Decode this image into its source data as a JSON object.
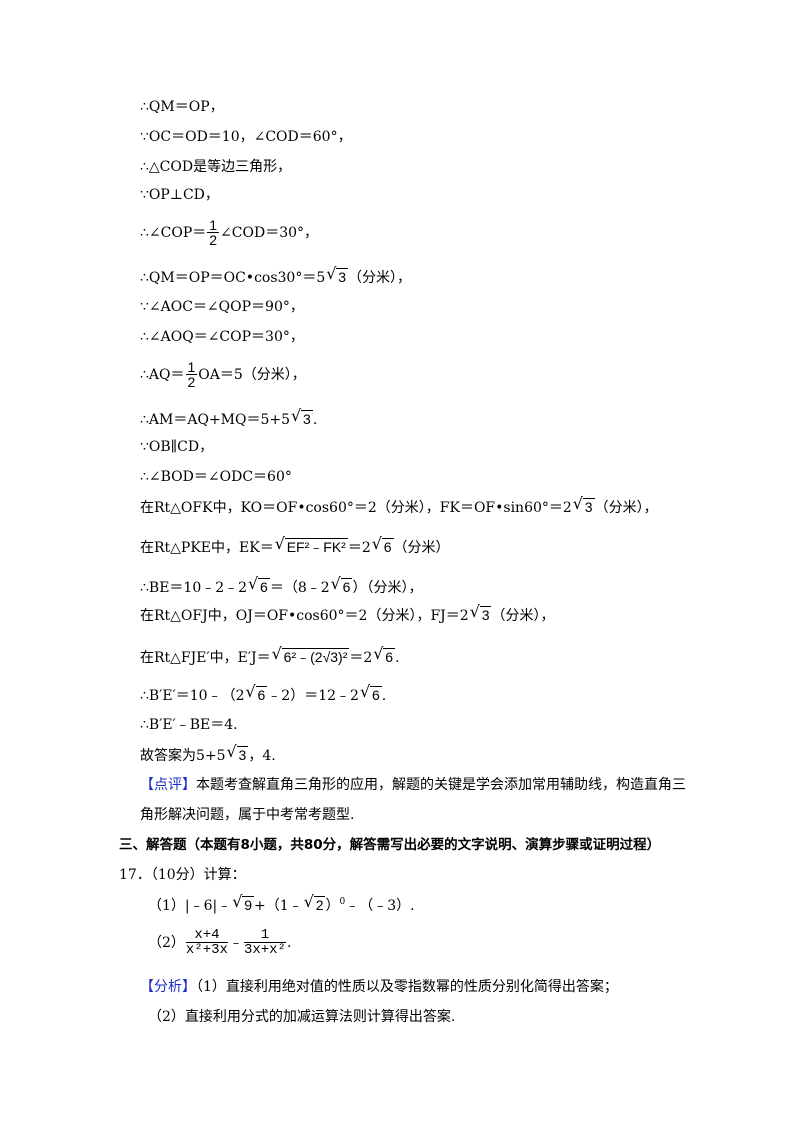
{
  "lines": [
    "∴QM＝OP，",
    "∵OC＝OD＝10，∠COD＝60°，",
    "∴△COD是等边三角形，",
    "∵OP⊥CD，",
    "∴∠COP＝",
    "∠COD＝30°，",
    "∴QM＝OP＝OC•cos30°＝5",
    "（分米），",
    "∵∠AOC＝∠QOP＝90°，",
    "∴∠AOQ＝∠COP＝30°，",
    "∴AQ＝",
    "OA＝5（分米），",
    "∴AM＝AQ+MQ＝5+5",
    ".",
    "∵OB∥CD，",
    "∴∠BOD＝∠ODC＝60°",
    "在Rt△OFK中，KO＝OF•cos60°＝2（分米），FK＝OF•sin60°＝2",
    "（分米），",
    "在Rt△PKE中，EK＝",
    "＝2",
    "（分米）",
    "∴BE＝10﹣2﹣2",
    "＝（8﹣2",
    "）（分米），",
    "在Rt△OFJ中，OJ＝OF•cos60°＝2（分米），FJ＝2",
    "（分米），",
    "在Rt△FJE′中，E′J＝",
    "＝2",
    ".",
    "∴B′E′＝10﹣（2",
    "﹣2）＝12﹣2",
    ".",
    "∴B′E′﹣BE＝4.",
    "故答案为5+5",
    "，4.",
    "【点评】",
    "本题考查解直角三角形的应用，解题的关键是学会添加常用辅助线，构造直角三",
    "角形解决问题，属于中考常考题型.",
    "三、解答题（本题有8小题，共80分，解答需写出必要的文字说明、演算步骤或证明过程）",
    "17．（10分）计算：",
    "（1）|﹣6|﹣",
    "+（1﹣",
    "）",
    "0",
    "﹣（﹣3）.",
    "（2）",
    "﹣",
    ".",
    "【分析】",
    "（1）直接利用绝对值的性质以及零指数幂的性质分别化简得出答案；",
    "（2）直接利用分式的加减运算法则计算得出答案."
  ],
  "math": {
    "half_num": "1",
    "half_den": "2",
    "sqrt3": "3",
    "sqrt6": "6",
    "sqrt9": "9",
    "sqrt2": "2",
    "ek_rad": "EF²﹣FK²",
    "ej_rad": "6²﹣(2√3)²",
    "f1_num": "x+4",
    "f1_den": "x²+3x",
    "f2_num": "1",
    "f2_den": "3x+x²"
  },
  "colors": {
    "tag": "#1a30c8",
    "text": "#000000"
  }
}
